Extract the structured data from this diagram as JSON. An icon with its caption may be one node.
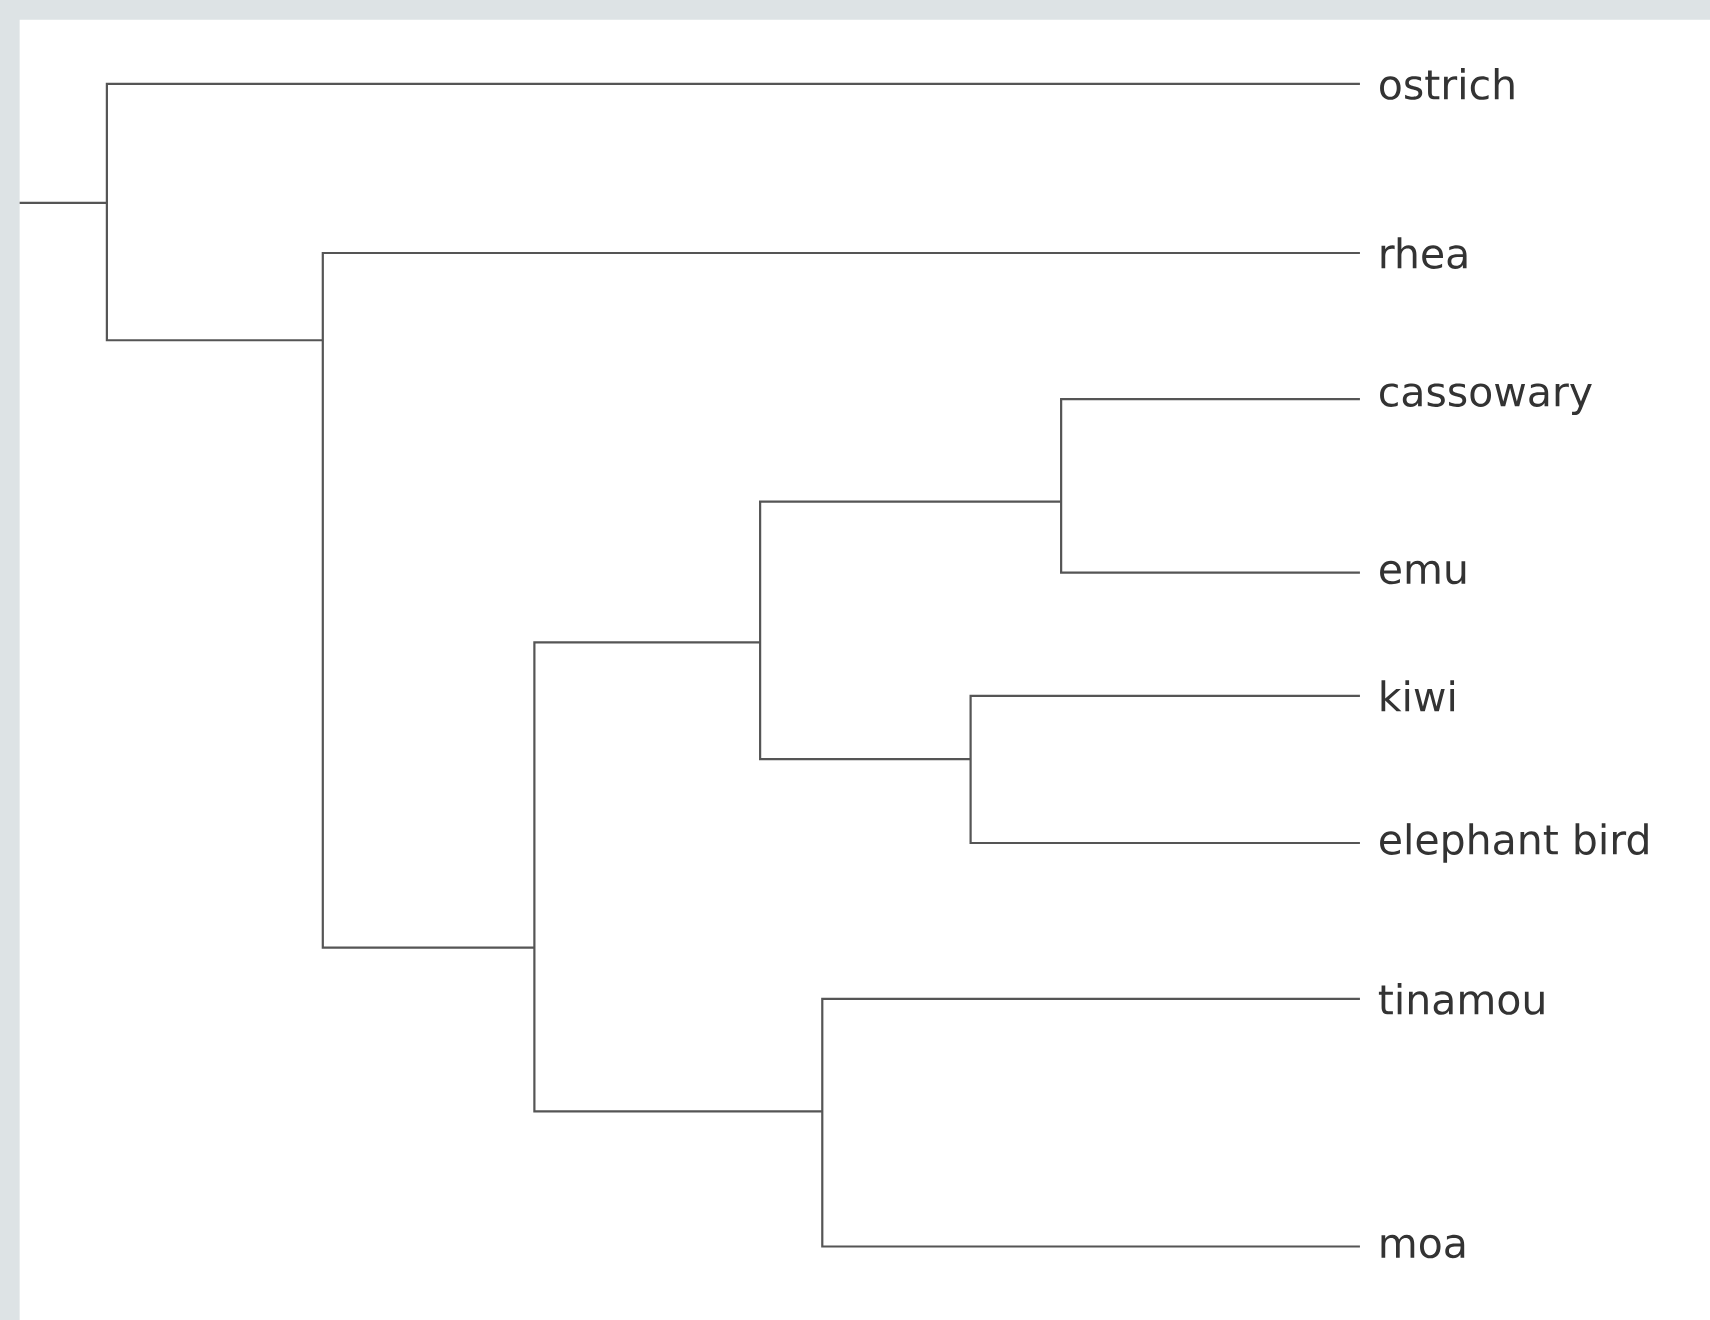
{
  "diagram": {
    "labels": [
      "ostrich",
      "rhea",
      "cassowary",
      "emu",
      "kiwi",
      "elephant bird",
      "tinamou",
      "moa"
    ]
  }
}
